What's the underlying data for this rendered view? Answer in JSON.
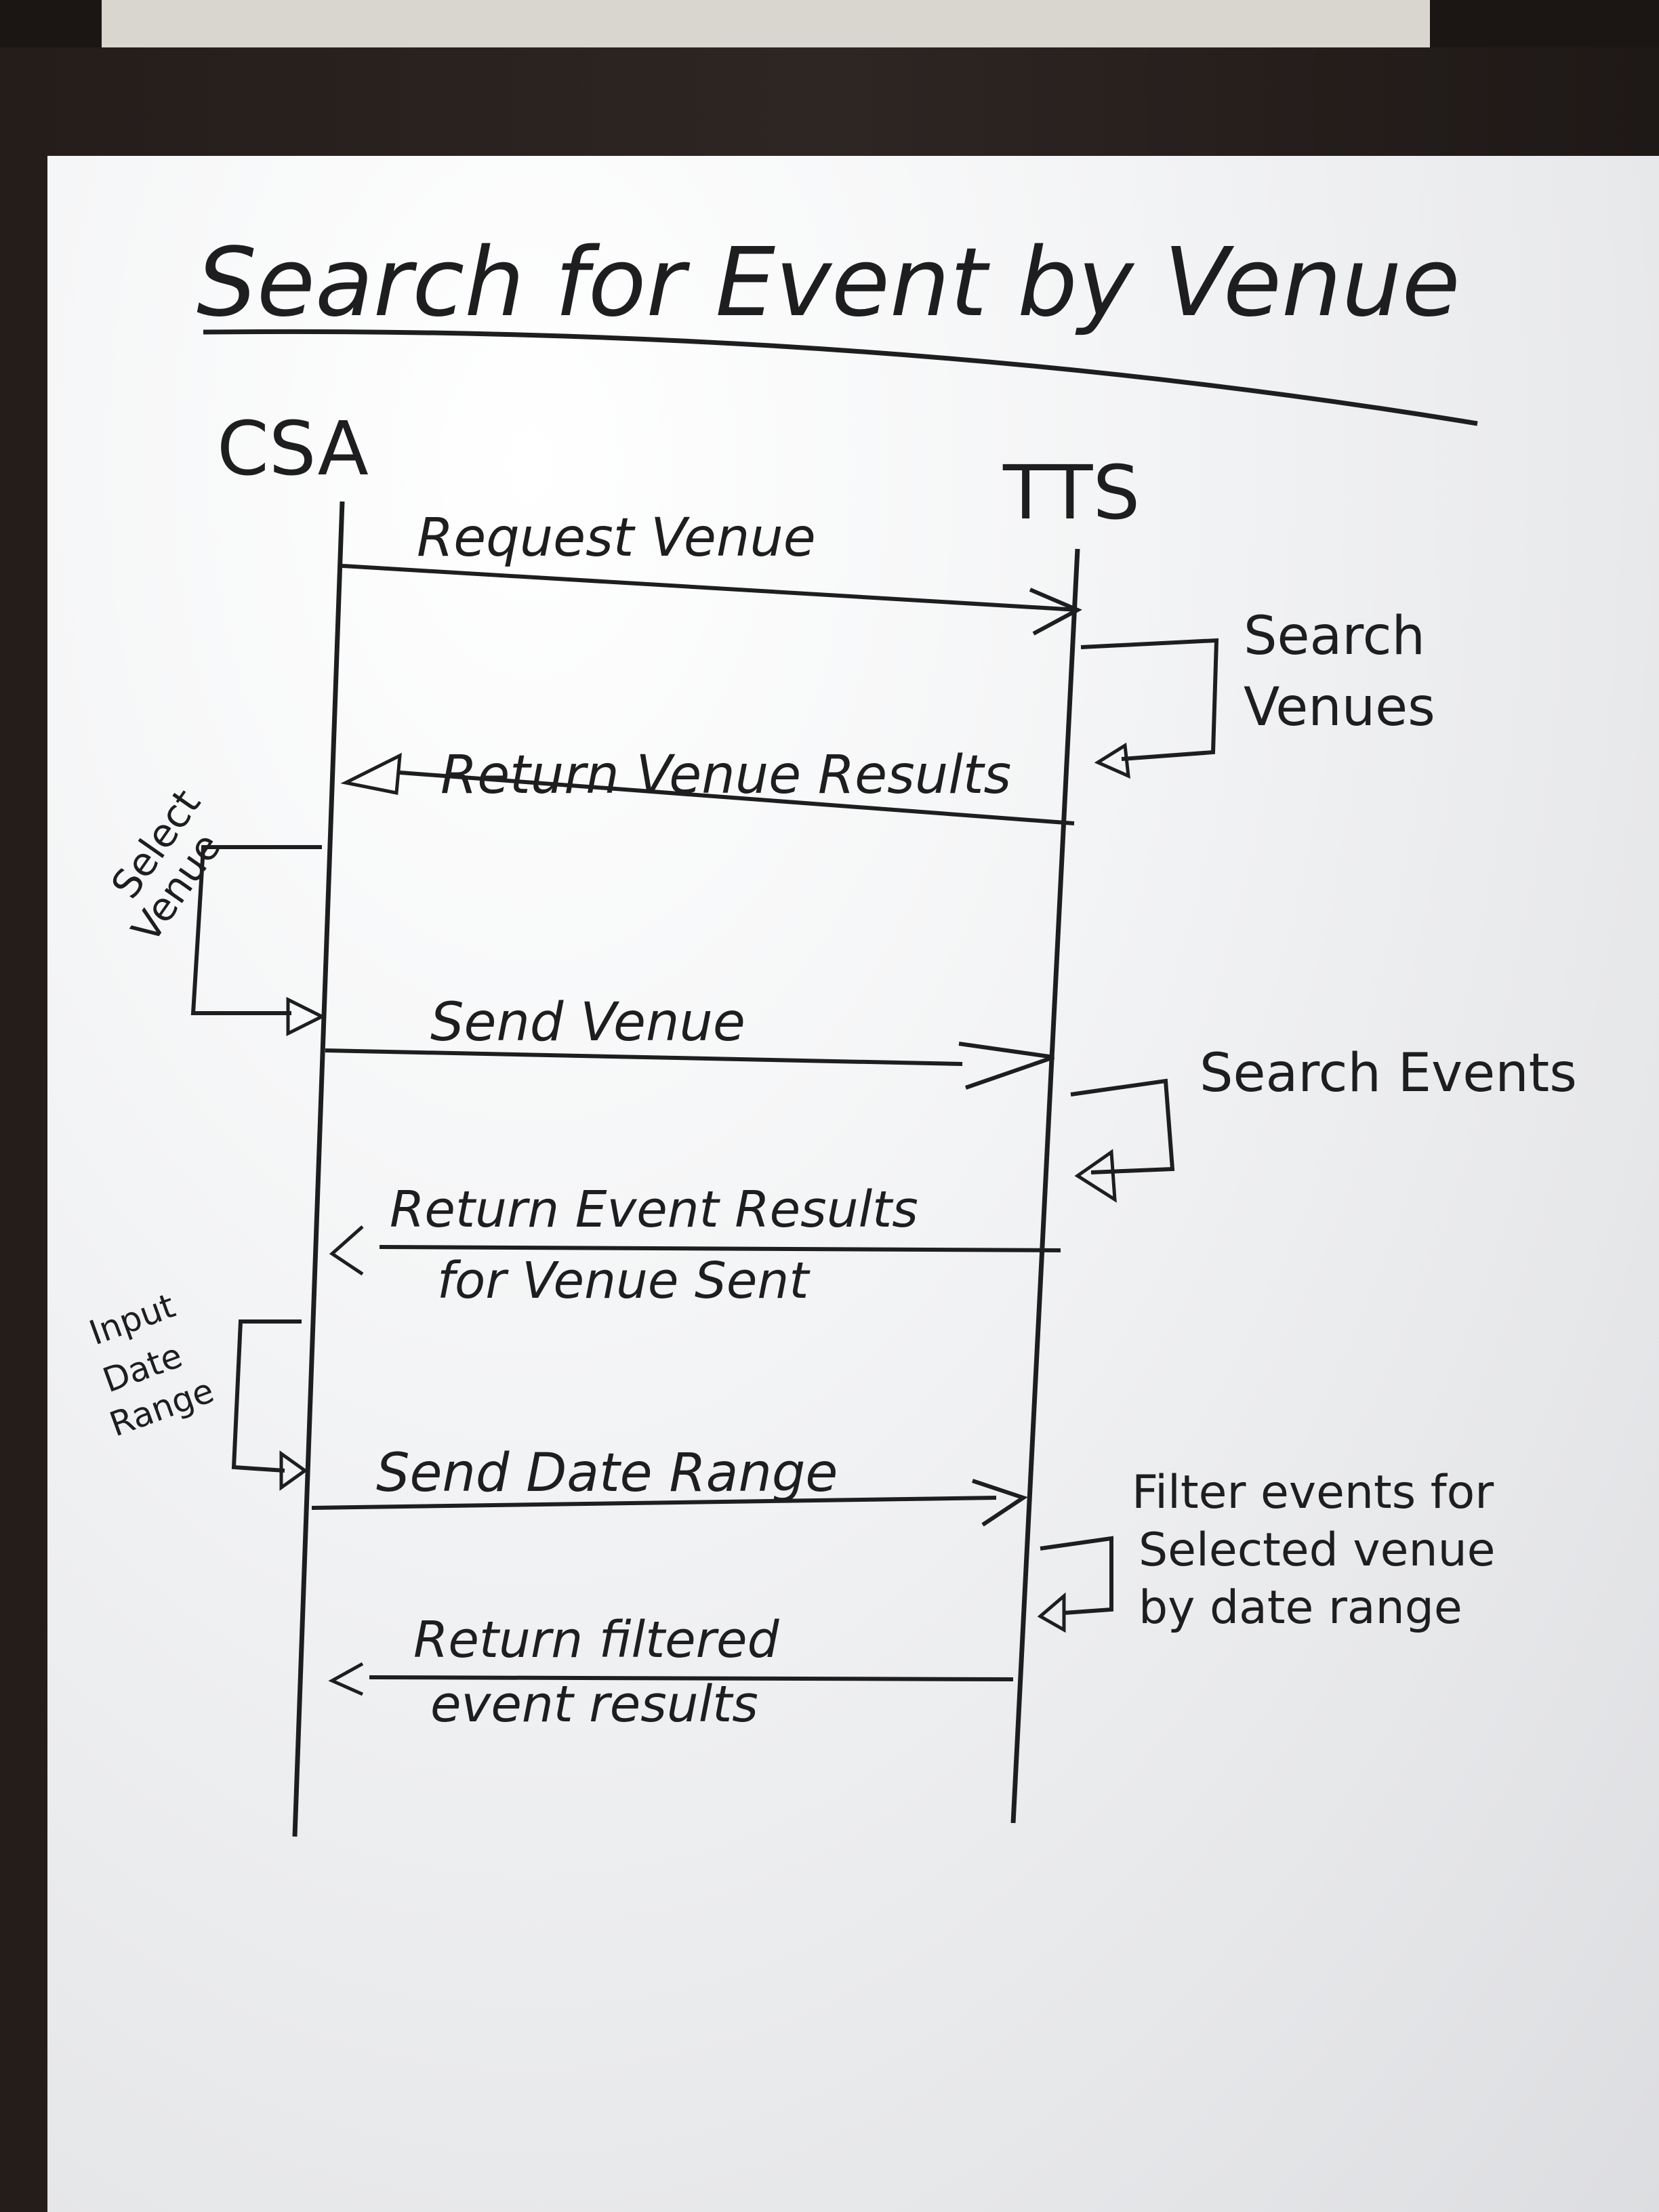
{
  "title": "Search for Event by Venue",
  "lifelines": {
    "left": "CSA",
    "right": "TTS"
  },
  "messages": [
    {
      "label": "Request Venue",
      "direction": "CSA→TTS"
    },
    {
      "label": "Return Venue Results",
      "direction": "TTS→CSA"
    },
    {
      "label": "Send Venue",
      "direction": "CSA→TTS"
    },
    {
      "label_line1": "Return Event Results",
      "label_line2": "for Venue Sent",
      "direction": "TTS→CSA"
    },
    {
      "label": "Send Date Range",
      "direction": "CSA→TTS"
    },
    {
      "label_line1": "Return filtered",
      "label_line2": "event results",
      "direction": "TTS→CSA"
    }
  ],
  "self_calls": {
    "tts_search_venues": {
      "line1": "Search",
      "line2": "Venues"
    },
    "tts_search_events": {
      "line1": "Search Events"
    },
    "tts_filter": {
      "line1": "Filter events for",
      "line2": "Selected venue",
      "line3": "by date range"
    },
    "csa_select_venue": {
      "line1": "Select",
      "line2": "Venue"
    },
    "csa_input_date_range": {
      "line1": "Input",
      "line2": "Date",
      "line3": "Range"
    }
  },
  "colors": {
    "marker": "#1e1e20",
    "board": "#f2f3f4",
    "frame": "#241d1a"
  }
}
